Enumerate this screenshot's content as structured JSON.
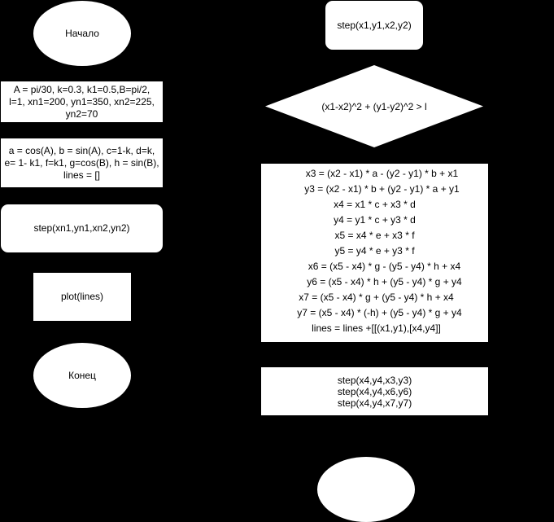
{
  "colors": {
    "background": "#000000",
    "shape_fill": "#ffffff",
    "text": "#000000"
  },
  "left_flow": {
    "start_label": "Начало",
    "init_params": "A = pi/30, k=0.3, k1=0.5,B=pi/2,\nl=1, xn1=200, yn1=350, xn2=225,\nyn2=70",
    "init_coeffs": "a = cos(A), b = sin(A), c=1-k, d=k,\ne= 1- k1, f=k1, g=cos(B), h = sin(B),\nlines = []",
    "step_call": "step(xn1,yn1,xn2,yn2)",
    "plot_call": "plot(lines)",
    "end_label": "Конец"
  },
  "right_flow": {
    "step_header": "step(x1,y1,x2,y2)",
    "condition": "(x1-x2)^2 + (y1-y2)^2 > l",
    "computations": [
      "x3 = (x2 - x1) * a - (y2 - y1) * b + x1",
      "y3 = (x2 - x1) * b + (y2 - y1) * a + y1",
      "x4 = x1 * c + x3 * d",
      "y4 = y1 * c + y3 * d",
      "x5 = x4 * e + x3 * f",
      "y5 = y4 * e + y3 * f",
      "x6 = (x5 - x4) * g - (y5 - y4) * h + x4",
      "y6 = (x5 - x4) * h + (y5 - y4) * g + y4",
      "x7 = (x5 - x4) * g + (y5 - y4) * h + x4",
      "y7 = (x5 - x4) * (-h) + (y5 - y4) * g + y4",
      "lines = lines +[[(x1,y1),[x4,y4]]"
    ],
    "recursive_calls": "step(x4,y4,x3,y3)\nstep(x4,y4,x6,y6)\nstep(x4,y4,x7,y7)",
    "terminal_label": ""
  }
}
